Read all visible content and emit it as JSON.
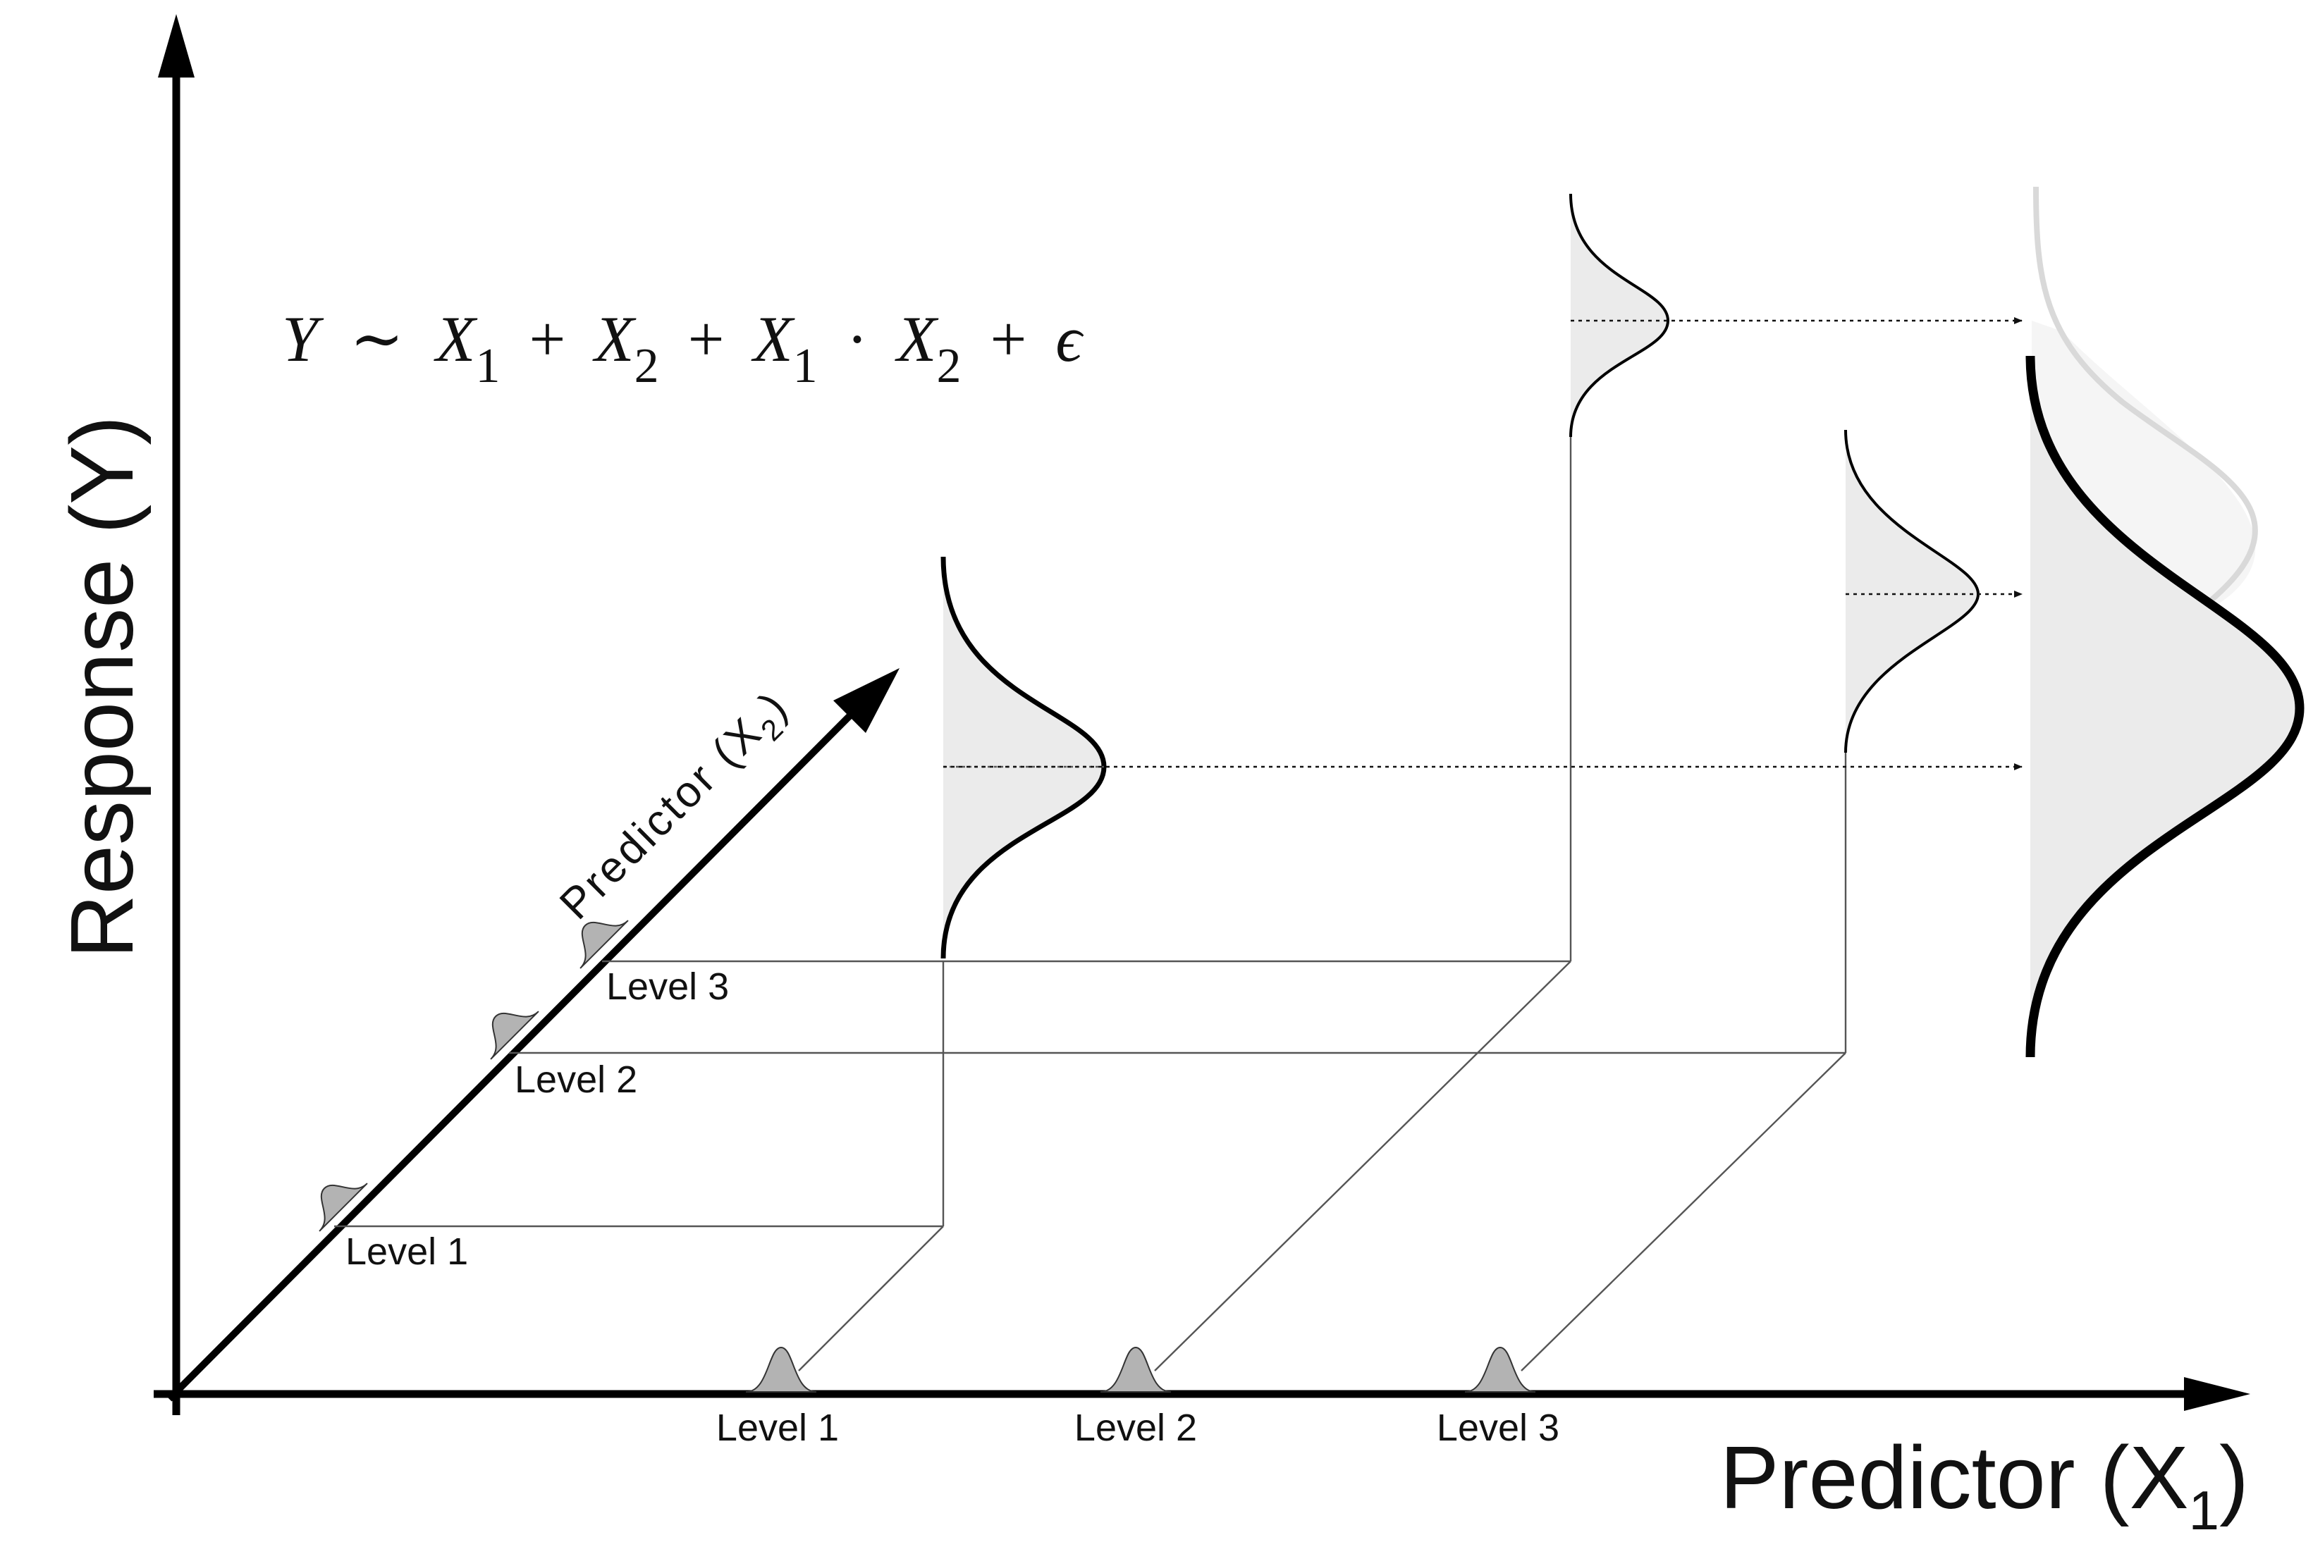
{
  "formula": {
    "Y": "Y",
    "tilde": "∼",
    "X": "X",
    "sub1": "1",
    "sub2": "2",
    "plus": "+",
    "dot": "·",
    "epsilon": "ϵ"
  },
  "axes": {
    "y_label": "Response (Y)",
    "x_label_main": "Predictor (X",
    "x_label_sub": "1",
    "x_label_close": ")",
    "x2_label_main": "Predictor (X",
    "x2_label_sub": "2",
    "x2_label_close": ")"
  },
  "x1_levels": [
    "Level 1",
    "Level 2",
    "Level 3"
  ],
  "x2_levels": [
    "Level 1",
    "Level 2",
    "Level 3"
  ],
  "colors": {
    "axis": "#000000",
    "fill": "#ebebeb",
    "bump": "#b3b3b3",
    "ghost_curve": "#d9d9d9"
  }
}
